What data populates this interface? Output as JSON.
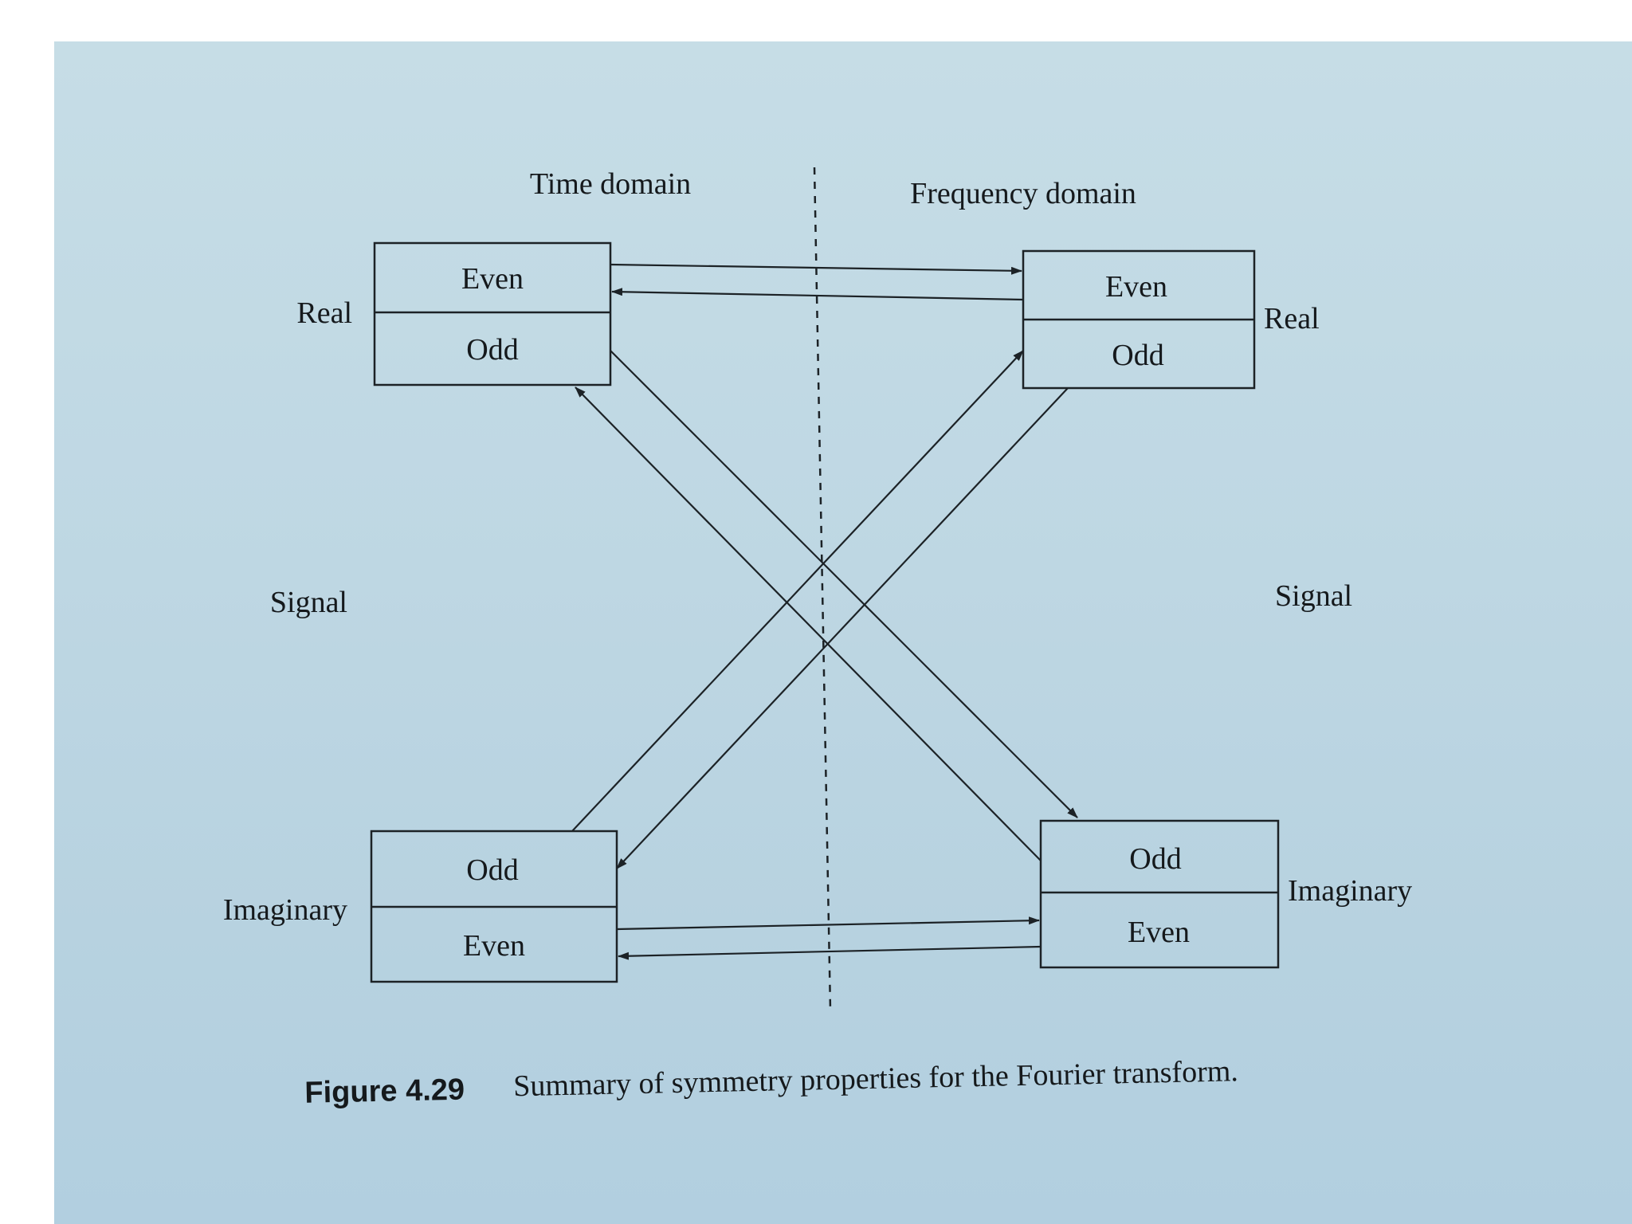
{
  "diagram": {
    "headers": {
      "time_domain": "Time domain",
      "frequency_domain": "Frequency domain"
    },
    "side_labels": {
      "left_real": "Real",
      "right_real": "Real",
      "left_signal": "Signal",
      "right_signal": "Signal",
      "left_imaginary": "Imaginary",
      "right_imaginary": "Imaginary"
    },
    "boxes": {
      "time_real": {
        "top": "Even",
        "bottom": "Odd"
      },
      "freq_real": {
        "top": "Even",
        "bottom": "Odd"
      },
      "time_imag": {
        "top": "Odd",
        "bottom": "Even"
      },
      "freq_imag": {
        "top": "Odd",
        "bottom": "Even"
      }
    },
    "caption": {
      "number": "Figure 4.29",
      "text": "Summary of symmetry properties for the Fourier transform."
    }
  },
  "colors": {
    "background": "#bcd6e2",
    "ink": "#15191c"
  }
}
